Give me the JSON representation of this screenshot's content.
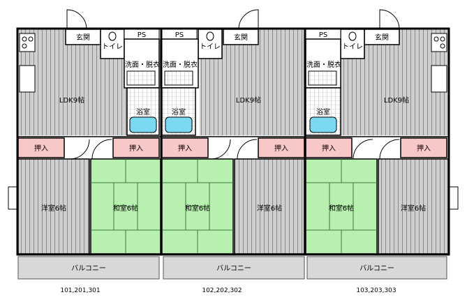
{
  "units": [
    {
      "id": "101,201,301",
      "rooms": {
        "entrance": "玄関",
        "toilet": "トイレ",
        "ps": "PS",
        "wash": "洗面・脱衣",
        "bath": "浴室",
        "ldk": "LDK9帖",
        "closet_a": "押入",
        "closet_b": "押入",
        "western": "洋室6帖",
        "japanese": "和室6帖",
        "balcony": "バルコニー"
      }
    },
    {
      "id": "102,202,302",
      "rooms": {
        "entrance": "玄関",
        "toilet": "トイレ",
        "ps": "PS",
        "wash": "洗面・脱衣",
        "bath": "浴室",
        "ldk": "LDK9帖",
        "closet_a": "押入",
        "closet_b": "押入",
        "western": "洋室6帖",
        "japanese": "和室6帖",
        "balcony": "バルコニー"
      }
    },
    {
      "id": "103,203,303",
      "rooms": {
        "entrance": "玄関",
        "toilet": "トイレ",
        "ps": "PS",
        "wash": "洗面・脱衣",
        "bath": "浴室",
        "ldk": "LDK9帖",
        "closet_a": "押入",
        "closet_b": "押入",
        "western": "洋室6帖",
        "japanese": "和室6帖",
        "balcony": "バルコニー"
      }
    }
  ],
  "colors": {
    "wall": "#000000",
    "wood_floor": "#c8c8c8",
    "wood_stripe": "#8a8a8a",
    "tatami": "#b8f0b0",
    "tatami_line": "#3a7a3a",
    "closet": "#f8c8c8",
    "bath": "#7ad8f0",
    "balcony": "#d8d8d8",
    "wet_floor": "#ffffff"
  }
}
